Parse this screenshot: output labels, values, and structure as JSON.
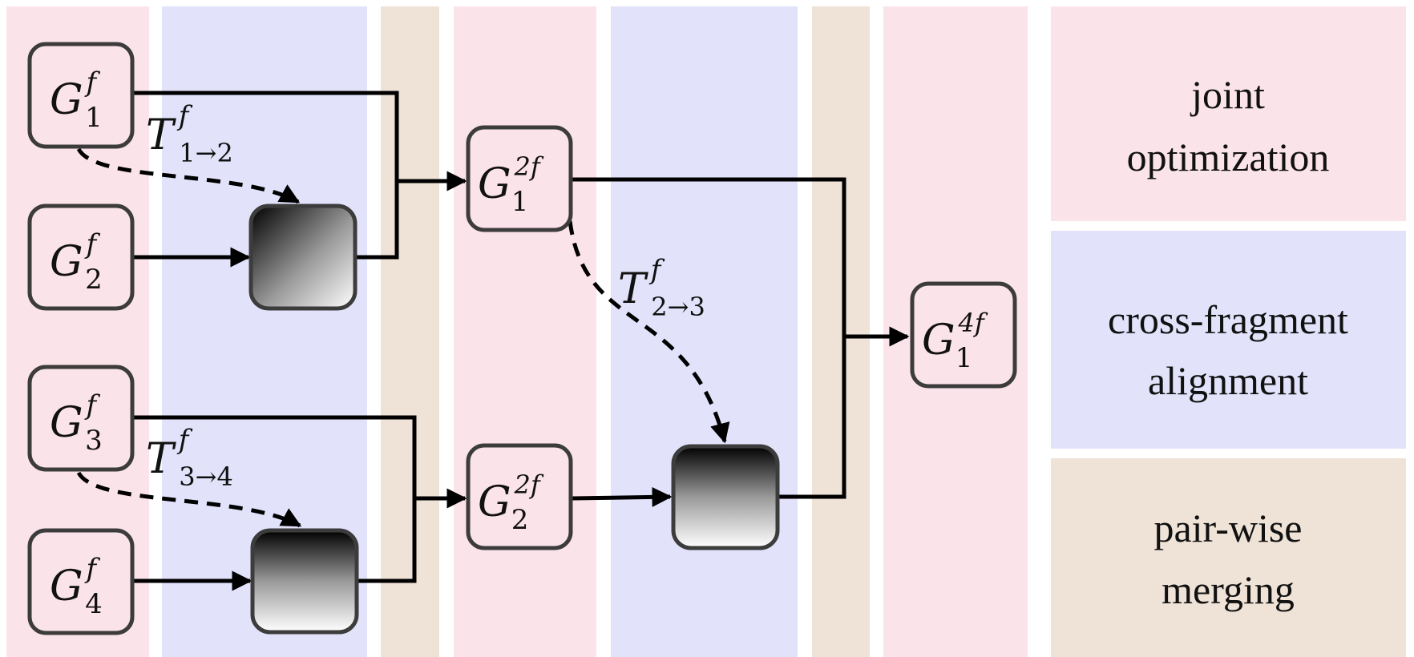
{
  "colors": {
    "joint_optimization": "#fbe3ea",
    "cross_fragment_alignment": "#e2e3fb",
    "pair_wise_merging": "#efe2d6",
    "node_fill": "#fbe3ea",
    "node_stroke": "#3c3c3c"
  },
  "legend": {
    "joint": {
      "line1": "joint",
      "line2": "optimization"
    },
    "cross": {
      "line1": "cross-fragment",
      "line2": "alignment"
    },
    "pair": {
      "line1": "pair-wise",
      "line2": "merging"
    }
  },
  "nodes": {
    "g1f": {
      "base": "G",
      "sup": "f",
      "sub": "1"
    },
    "g2f": {
      "base": "G",
      "sup": "f",
      "sub": "2"
    },
    "g3f": {
      "base": "G",
      "sup": "f",
      "sub": "3"
    },
    "g4f": {
      "base": "G",
      "sup": "f",
      "sub": "4"
    },
    "g1_2f": {
      "base": "G",
      "sup": "2f",
      "sub": "1"
    },
    "g2_2f": {
      "base": "G",
      "sup": "2f",
      "sub": "2"
    },
    "g1_4f": {
      "base": "G",
      "sup": "4f",
      "sub": "1"
    }
  },
  "transforms": {
    "t12": {
      "base": "T",
      "sup": "f",
      "sub": "1→2"
    },
    "t34": {
      "base": "T",
      "sup": "f",
      "sub": "3→4"
    },
    "t23": {
      "base": "T",
      "sup": "f",
      "sub": "2→3"
    }
  },
  "align_boxes": [
    {
      "id": "align-1",
      "gradient": "diagonal"
    },
    {
      "id": "align-2",
      "gradient": "vertical"
    },
    {
      "id": "align-3",
      "gradient": "vertical"
    }
  ]
}
